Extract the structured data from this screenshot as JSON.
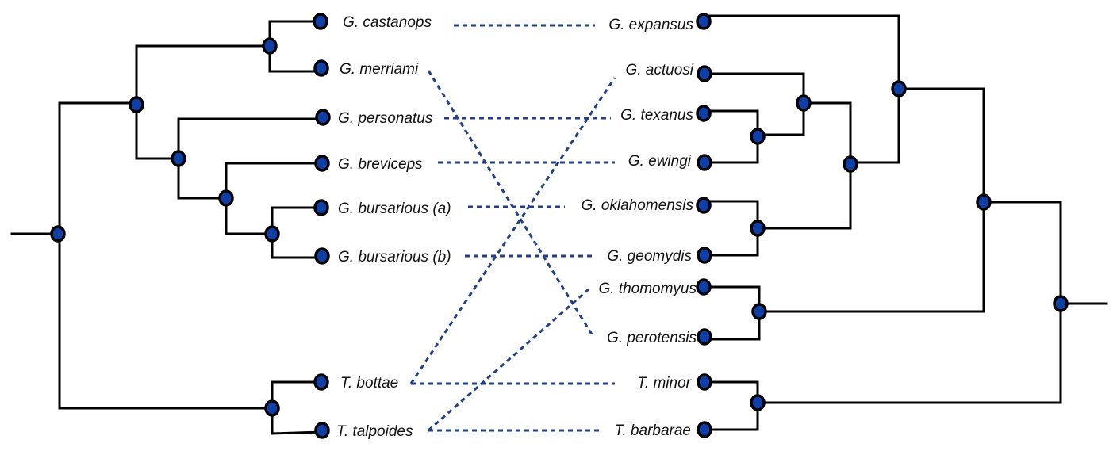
{
  "colors": {
    "node_fill": "#0d3fa6",
    "branch": "#000000",
    "association": "#1f3f86"
  },
  "left_tree": {
    "leaves": [
      {
        "id": "L1",
        "label": "G. castanops"
      },
      {
        "id": "L2",
        "label": "G. merriami"
      },
      {
        "id": "L3",
        "label": "G. personatus"
      },
      {
        "id": "L4",
        "label": "G. breviceps"
      },
      {
        "id": "L5",
        "label": "G. bursarious (a)"
      },
      {
        "id": "L6",
        "label": "G. bursarious (b)"
      },
      {
        "id": "L7",
        "label": "T. bottae"
      },
      {
        "id": "L8",
        "label": "T. talpoides"
      }
    ]
  },
  "right_tree": {
    "leaves": [
      {
        "id": "R1",
        "label": "G. expansus"
      },
      {
        "id": "R2",
        "label": "G. actuosi"
      },
      {
        "id": "R3",
        "label": "G. texanus"
      },
      {
        "id": "R4",
        "label": "G. ewingi"
      },
      {
        "id": "R5",
        "label": "G. oklahomensis"
      },
      {
        "id": "R6",
        "label": "G. geomydis"
      },
      {
        "id": "R7",
        "label": "G. thomomyus"
      },
      {
        "id": "R8",
        "label": "G. perotensis"
      },
      {
        "id": "R9",
        "label": "T. minor"
      },
      {
        "id": "R10",
        "label": "T. barbarae"
      }
    ]
  },
  "associations": [
    {
      "from": "L1",
      "to": "R1"
    },
    {
      "from": "L2",
      "to": "R8"
    },
    {
      "from": "L3",
      "to": "R3"
    },
    {
      "from": "L4",
      "to": "R4"
    },
    {
      "from": "L5",
      "to": "R5"
    },
    {
      "from": "L6",
      "to": "R6"
    },
    {
      "from": "L7",
      "to": "R2"
    },
    {
      "from": "L7",
      "to": "R9"
    },
    {
      "from": "L8",
      "to": "R7"
    },
    {
      "from": "L8",
      "to": "R10"
    }
  ]
}
